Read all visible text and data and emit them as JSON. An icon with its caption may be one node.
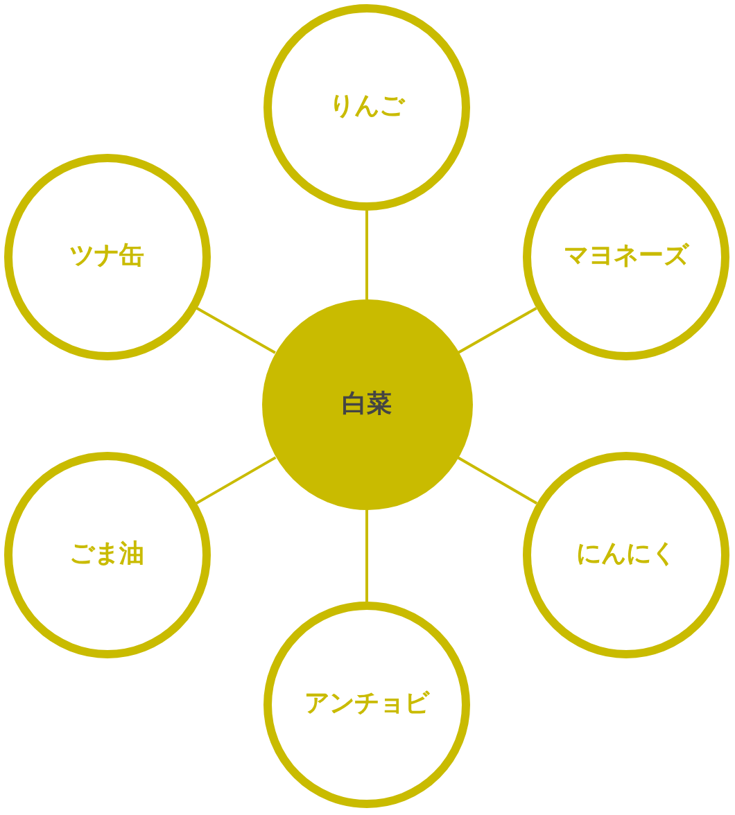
{
  "diagram": {
    "nodes": [
      {
        "text": [
          "白菜"
        ]
      },
      {
        "text": [
          "りんご"
        ]
      },
      {
        "text": [
          "マヨネーズ"
        ]
      },
      {
        "text": [
          "にんにく"
        ]
      },
      {
        "text": [
          "アンチョビ"
        ]
      },
      {
        "text": [
          "ごま油"
        ]
      },
      {
        "text": [
          "ツナ缶"
        ]
      }
    ],
    "edges": [
      {
        "from": 0,
        "to": 1,
        "arrow": "none"
      },
      {
        "from": 0,
        "to": 2,
        "arrow": "none"
      },
      {
        "from": 0,
        "to": 3,
        "arrow": "none"
      },
      {
        "from": 0,
        "to": 4,
        "arrow": "none"
      },
      {
        "from": 0,
        "to": 5,
        "arrow": "none"
      },
      {
        "from": 0,
        "to": 6,
        "arrow": "none"
      }
    ]
  }
}
